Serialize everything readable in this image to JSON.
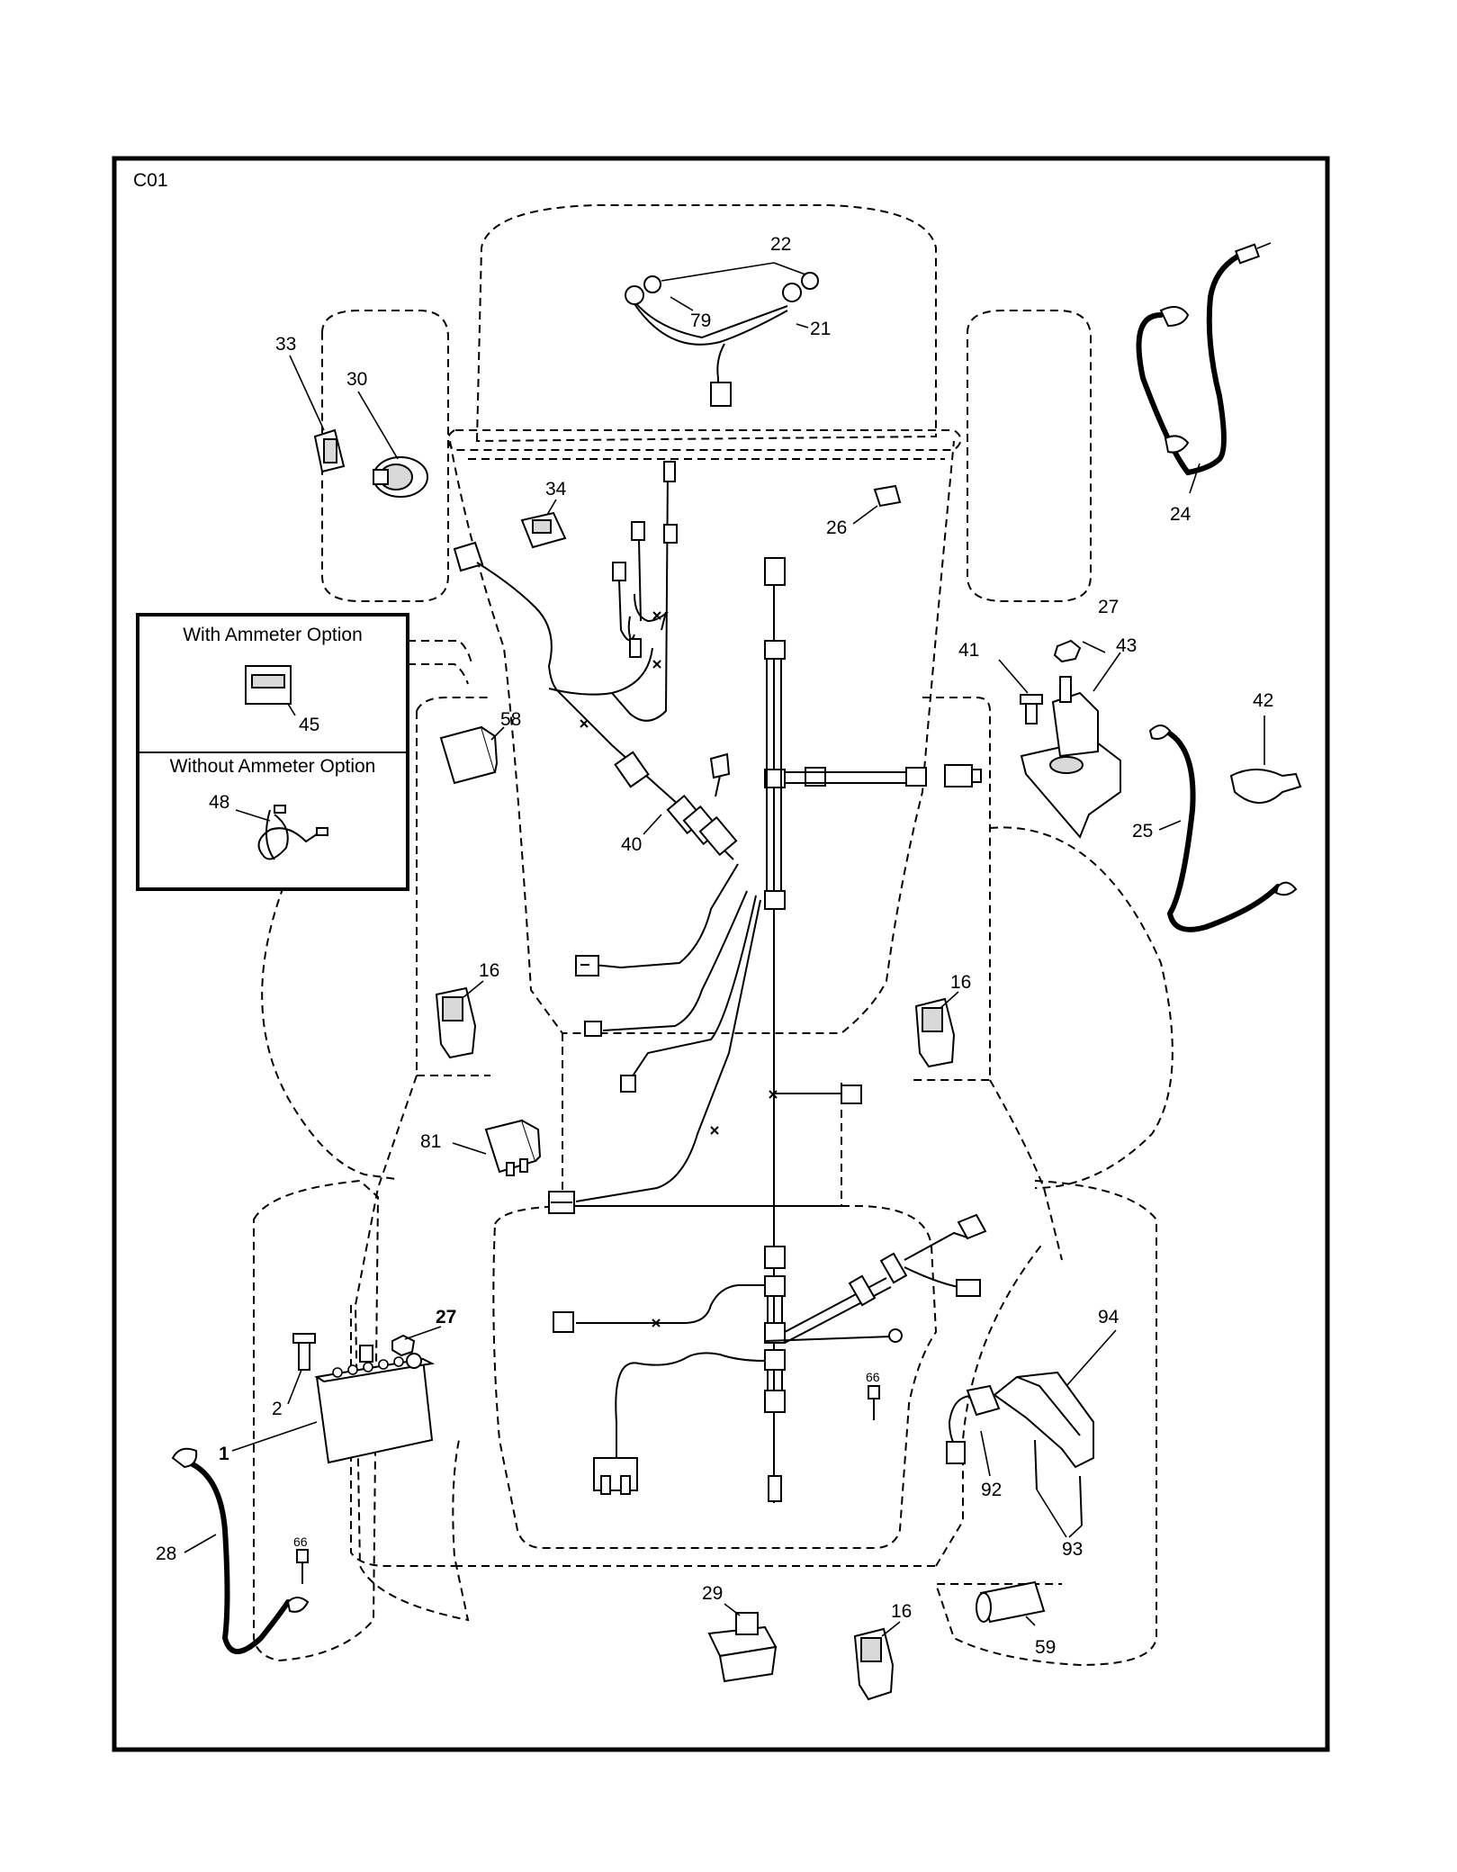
{
  "diagram": {
    "section_code": "C01",
    "options": {
      "with_ammeter": "With Ammeter Option",
      "without_ammeter": "Without Ammeter Option"
    },
    "callouts": {
      "p22": "22",
      "p79": "79",
      "p21": "21",
      "p33": "33",
      "p30": "30",
      "p34": "34",
      "p26": "26",
      "p24": "24",
      "p27a": "27",
      "p41": "41",
      "p43": "43",
      "p42": "42",
      "p25": "25",
      "p45": "45",
      "p48": "48",
      "p58": "58",
      "p40": "40",
      "p16a": "16",
      "p16b": "16",
      "p16c": "16",
      "p81": "81",
      "p27b": "27",
      "p2": "2",
      "p1": "1",
      "p28": "28",
      "p66a": "66",
      "p66b": "66",
      "p94": "94",
      "p92": "92",
      "p93": "93",
      "p29": "29",
      "p59": "59"
    }
  }
}
